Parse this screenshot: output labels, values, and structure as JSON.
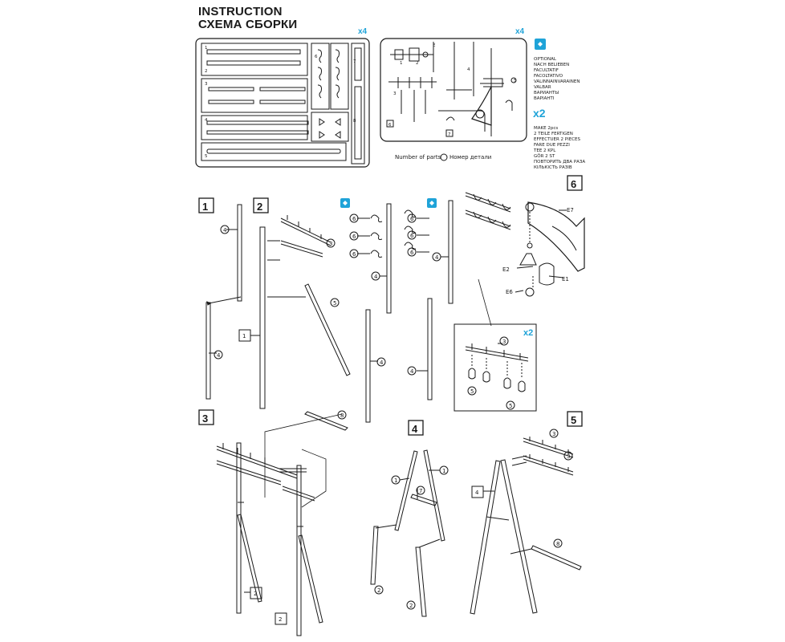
{
  "header": {
    "title_en": "INSTRUCTION",
    "title_ru": "СХЕМА СБОРКИ"
  },
  "sprue_a": {
    "multiplier": "x4",
    "part_numbers": [
      "1",
      "2",
      "3",
      "4",
      "5",
      "6",
      "7",
      "8"
    ]
  },
  "sprue_b": {
    "multiplier": "x4",
    "part_labels": [
      "E",
      "1",
      "2",
      "3",
      "4",
      "5",
      "6",
      "7"
    ]
  },
  "legend": {
    "optional_lines": [
      "OPTIONAL",
      "NACH BELIEBEN",
      "FACULTATIF",
      "FACOLTATIVO",
      "VALINNAINVARAINEN",
      "VALBAR",
      "ВАРИАНТЫ",
      "ВАРІАНТІ"
    ],
    "make2_multiplier": "x2",
    "make2_lines": [
      "MAKE 2pcs",
      "2 TEILE FERTIGEN",
      "EFFECTUER 2 PIECES",
      "FARE DUE PEZZI",
      "TEE 2 KPL",
      "GÖR 2 ST",
      "ПОВТОРИТЬ ДВА РАЗА",
      "КІЛЬКІСТЬ РАЗІВ"
    ],
    "number_of_parts": "Number of parts",
    "number_ru": "Номер детали"
  },
  "steps": {
    "s1": "1",
    "s2": "2",
    "s3": "3",
    "s4": "4",
    "s5": "5",
    "s6": "6"
  },
  "callouts": {
    "p1": "1",
    "p2": "2",
    "p3": "3",
    "p4": "4",
    "p5": "5",
    "p6": "6",
    "p7": "7",
    "p8": "8",
    "e1": "E1",
    "e2": "E2",
    "e6": "E6",
    "e7": "E7",
    "detail_multiplier": "x2"
  },
  "colors": {
    "accent": "#1fa3d8",
    "line": "#1a1a1a"
  }
}
